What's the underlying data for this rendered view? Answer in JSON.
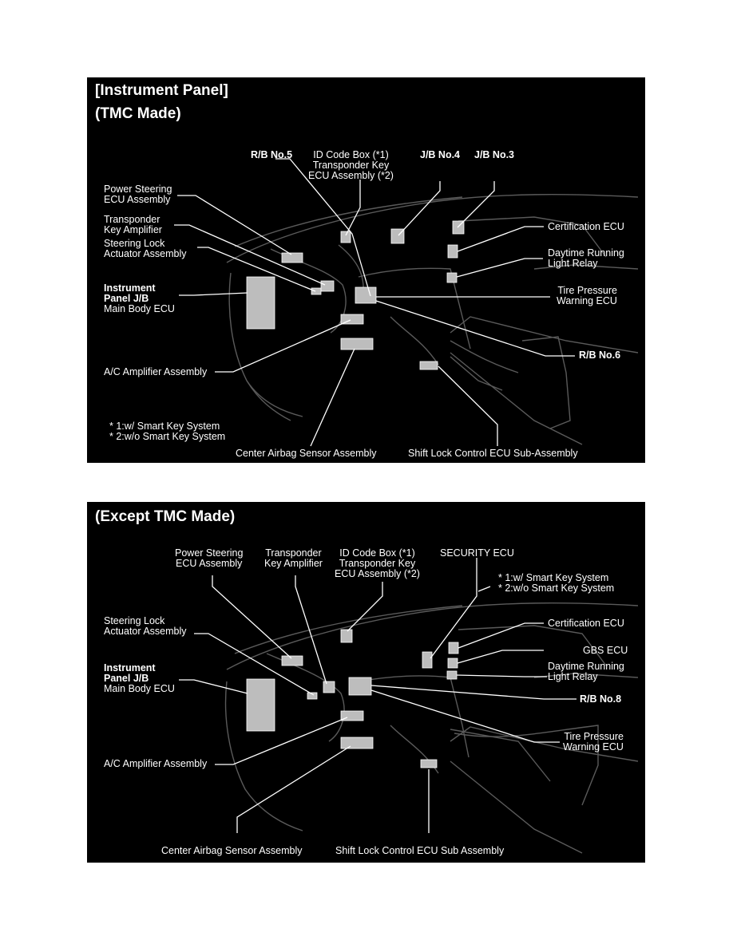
{
  "colors": {
    "panel_bg": "#000000",
    "text": "#ffffff",
    "page_bg": "#ffffff"
  },
  "panel1": {
    "title": "[Instrument Panel]",
    "subtitle": "(TMC Made)",
    "labels": {
      "rb5": "R/B No.5",
      "idcode": "ID Code Box (*1)\nTransponder Key\nECU Assembly (*2)",
      "jb4": "J/B No.4",
      "jb3": "J/B No.3",
      "ps": "Power Steering\nECU Assembly",
      "tka": "Transponder\nKey Amplifier",
      "sla": "Steering Lock\nActuator Assembly",
      "ipjb": "Instrument\nPanel J/B",
      "mbe": "Main Body ECU",
      "cert": "Certification ECU",
      "drl": "Daytime Running\nLight Relay",
      "tpw": "Tire Pressure\nWarning ECU",
      "rb6": "R/B No.6",
      "ac": "A/C Amplifier Assembly",
      "notes": "* 1:w/ Smart Key System\n* 2:w/o Smart Key System",
      "cas": "Center Airbag Sensor Assembly",
      "slc": "Shift Lock Control ECU Sub-Assembly"
    }
  },
  "panel2": {
    "title": "(Except TMC Made)",
    "labels": {
      "ps": "Power Steering\nECU Assembly",
      "tka": "Transponder\nKey Amplifier",
      "idcode": "ID Code Box (*1)\nTransponder Key\nECU Assembly (*2)",
      "sec": "SECURITY ECU",
      "notes": "* 1:w/ Smart Key System\n* 2:w/o Smart Key System",
      "sla": "Steering Lock\nActuator Assembly",
      "cert": "Certification ECU",
      "gbs": "GBS ECU",
      "drl": "Daytime Running\nLight Relay",
      "ipjb": "Instrument\nPanel J/B",
      "mbe": "Main Body ECU",
      "rb8": "R/B No.8",
      "tpw": "Tire Pressure\nWarning ECU",
      "ac": "A/C Amplifier Assembly",
      "cas": "Center Airbag Sensor Assembly",
      "slc": "Shift Lock Control ECU Sub Assembly"
    }
  }
}
